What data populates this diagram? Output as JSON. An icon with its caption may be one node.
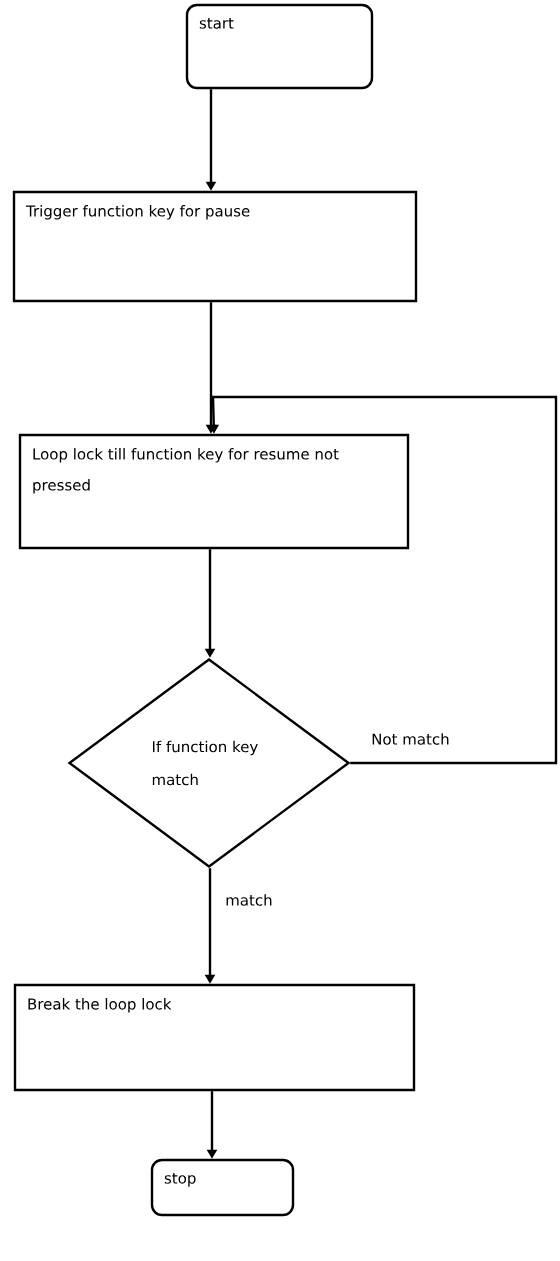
{
  "diagram": {
    "nodes": [
      {
        "text": [
          "start"
        ]
      },
      {
        "text": [
          "Trigger function key for pause"
        ]
      },
      {
        "text": [
          "Loop lock till function key for resume not pressed"
        ]
      },
      {
        "text": [
          "If function key match"
        ]
      },
      {
        "text": [
          "Break the loop lock"
        ]
      },
      {
        "text": [
          "stop"
        ]
      }
    ],
    "edges": [
      {
        "from": 0,
        "to": 1,
        "arrow": "to"
      },
      {
        "from": 1,
        "to": 2,
        "arrow": "to"
      },
      {
        "from": 2,
        "to": 3,
        "arrow": "to"
      },
      {
        "from": 3,
        "to": 2,
        "arrow": "to",
        "label": "Not match"
      },
      {
        "from": 3,
        "to": 4,
        "arrow": "to",
        "label": "match"
      },
      {
        "from": 4,
        "to": 5,
        "arrow": "to"
      }
    ]
  }
}
